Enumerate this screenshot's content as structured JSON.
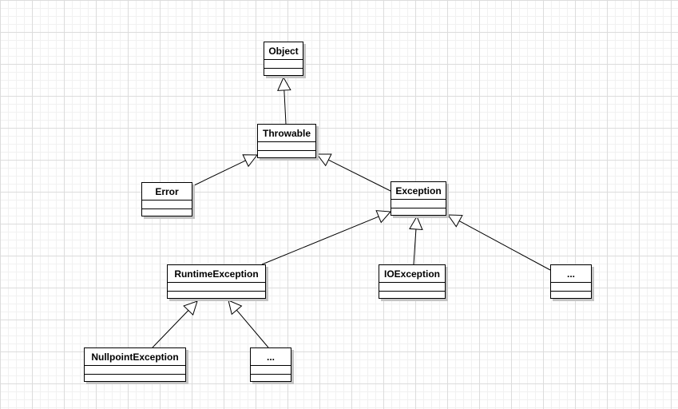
{
  "classes": {
    "object": "Object",
    "throwable": "Throwable",
    "error": "Error",
    "exception": "Exception",
    "runtime_exception": "RuntimeException",
    "io_exception": "IOException",
    "exception_more": "...",
    "nullpoint_exception": "NullpointException",
    "runtime_more": "..."
  },
  "relations": [
    {
      "from": "throwable",
      "to": "object",
      "type": "generalization"
    },
    {
      "from": "error",
      "to": "throwable",
      "type": "generalization"
    },
    {
      "from": "exception",
      "to": "throwable",
      "type": "generalization"
    },
    {
      "from": "runtime_exception",
      "to": "exception",
      "type": "generalization"
    },
    {
      "from": "io_exception",
      "to": "exception",
      "type": "generalization"
    },
    {
      "from": "exception_more",
      "to": "exception",
      "type": "generalization"
    },
    {
      "from": "nullpoint_exception",
      "to": "runtime_exception",
      "type": "generalization"
    },
    {
      "from": "runtime_more",
      "to": "runtime_exception",
      "type": "generalization"
    }
  ],
  "colors": {
    "line": "#000000",
    "box": "#ffffff",
    "shadow": "#c4c4c4"
  }
}
